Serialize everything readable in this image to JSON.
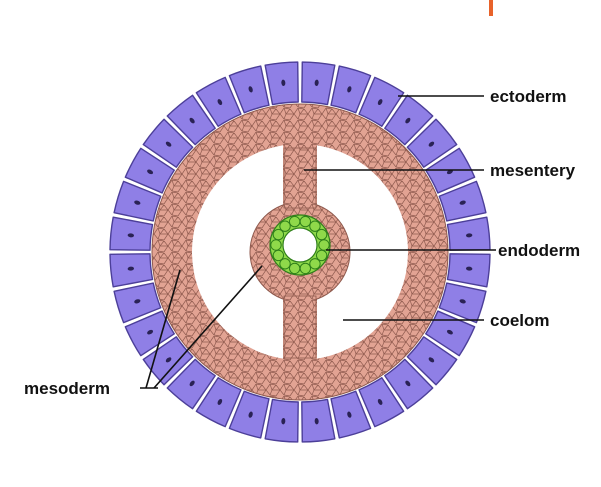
{
  "labels": {
    "ectoderm": "ectoderm",
    "mesentery": "mesentery",
    "endoderm": "endoderm",
    "coelom": "coelom",
    "mesoderm": "mesoderm"
  },
  "colors": {
    "ectoderm_fill": "#8f7fe6",
    "ectoderm_stroke": "#4c3f99",
    "mesoderm_fill": "#e2a393",
    "mesoderm_cell_line": "#8f5a4e",
    "coelom_fill": "#ffffff",
    "endoderm_fill": "#8fd94a",
    "endoderm_stroke": "#2f7f1a",
    "leader_line": "#111111",
    "corner_mark": "#e8622a"
  },
  "diagram": {
    "ectoderm_cell_count": 32,
    "endoderm_cell_count": 14
  }
}
